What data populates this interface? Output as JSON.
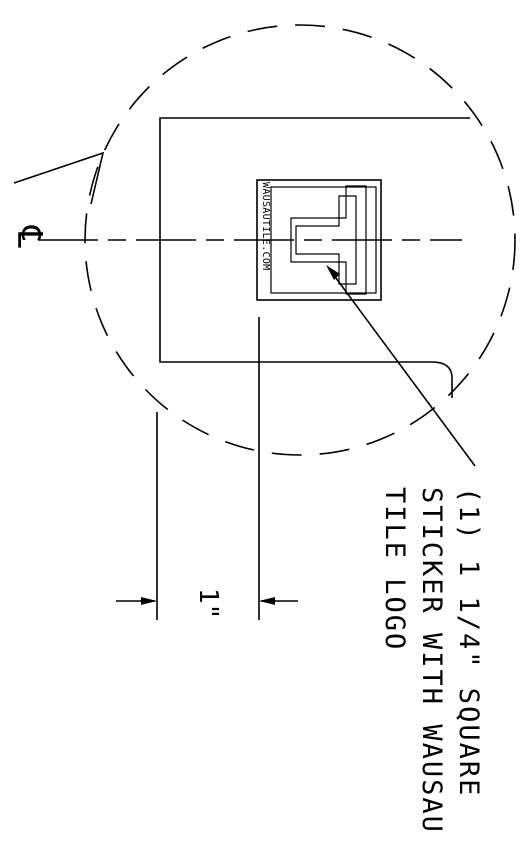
{
  "labels": {
    "centerline_mark": "℄",
    "dimension": "1\"",
    "logo_text": "WAUSAUTILE.COM"
  },
  "note": {
    "line1": "(1) 1 1/4\" SQUARE",
    "line2": "STICKER WITH WAUSAU",
    "line3": "TILE LOGO"
  },
  "colors": {
    "ink": "#000000",
    "paper": "#ffffff"
  }
}
